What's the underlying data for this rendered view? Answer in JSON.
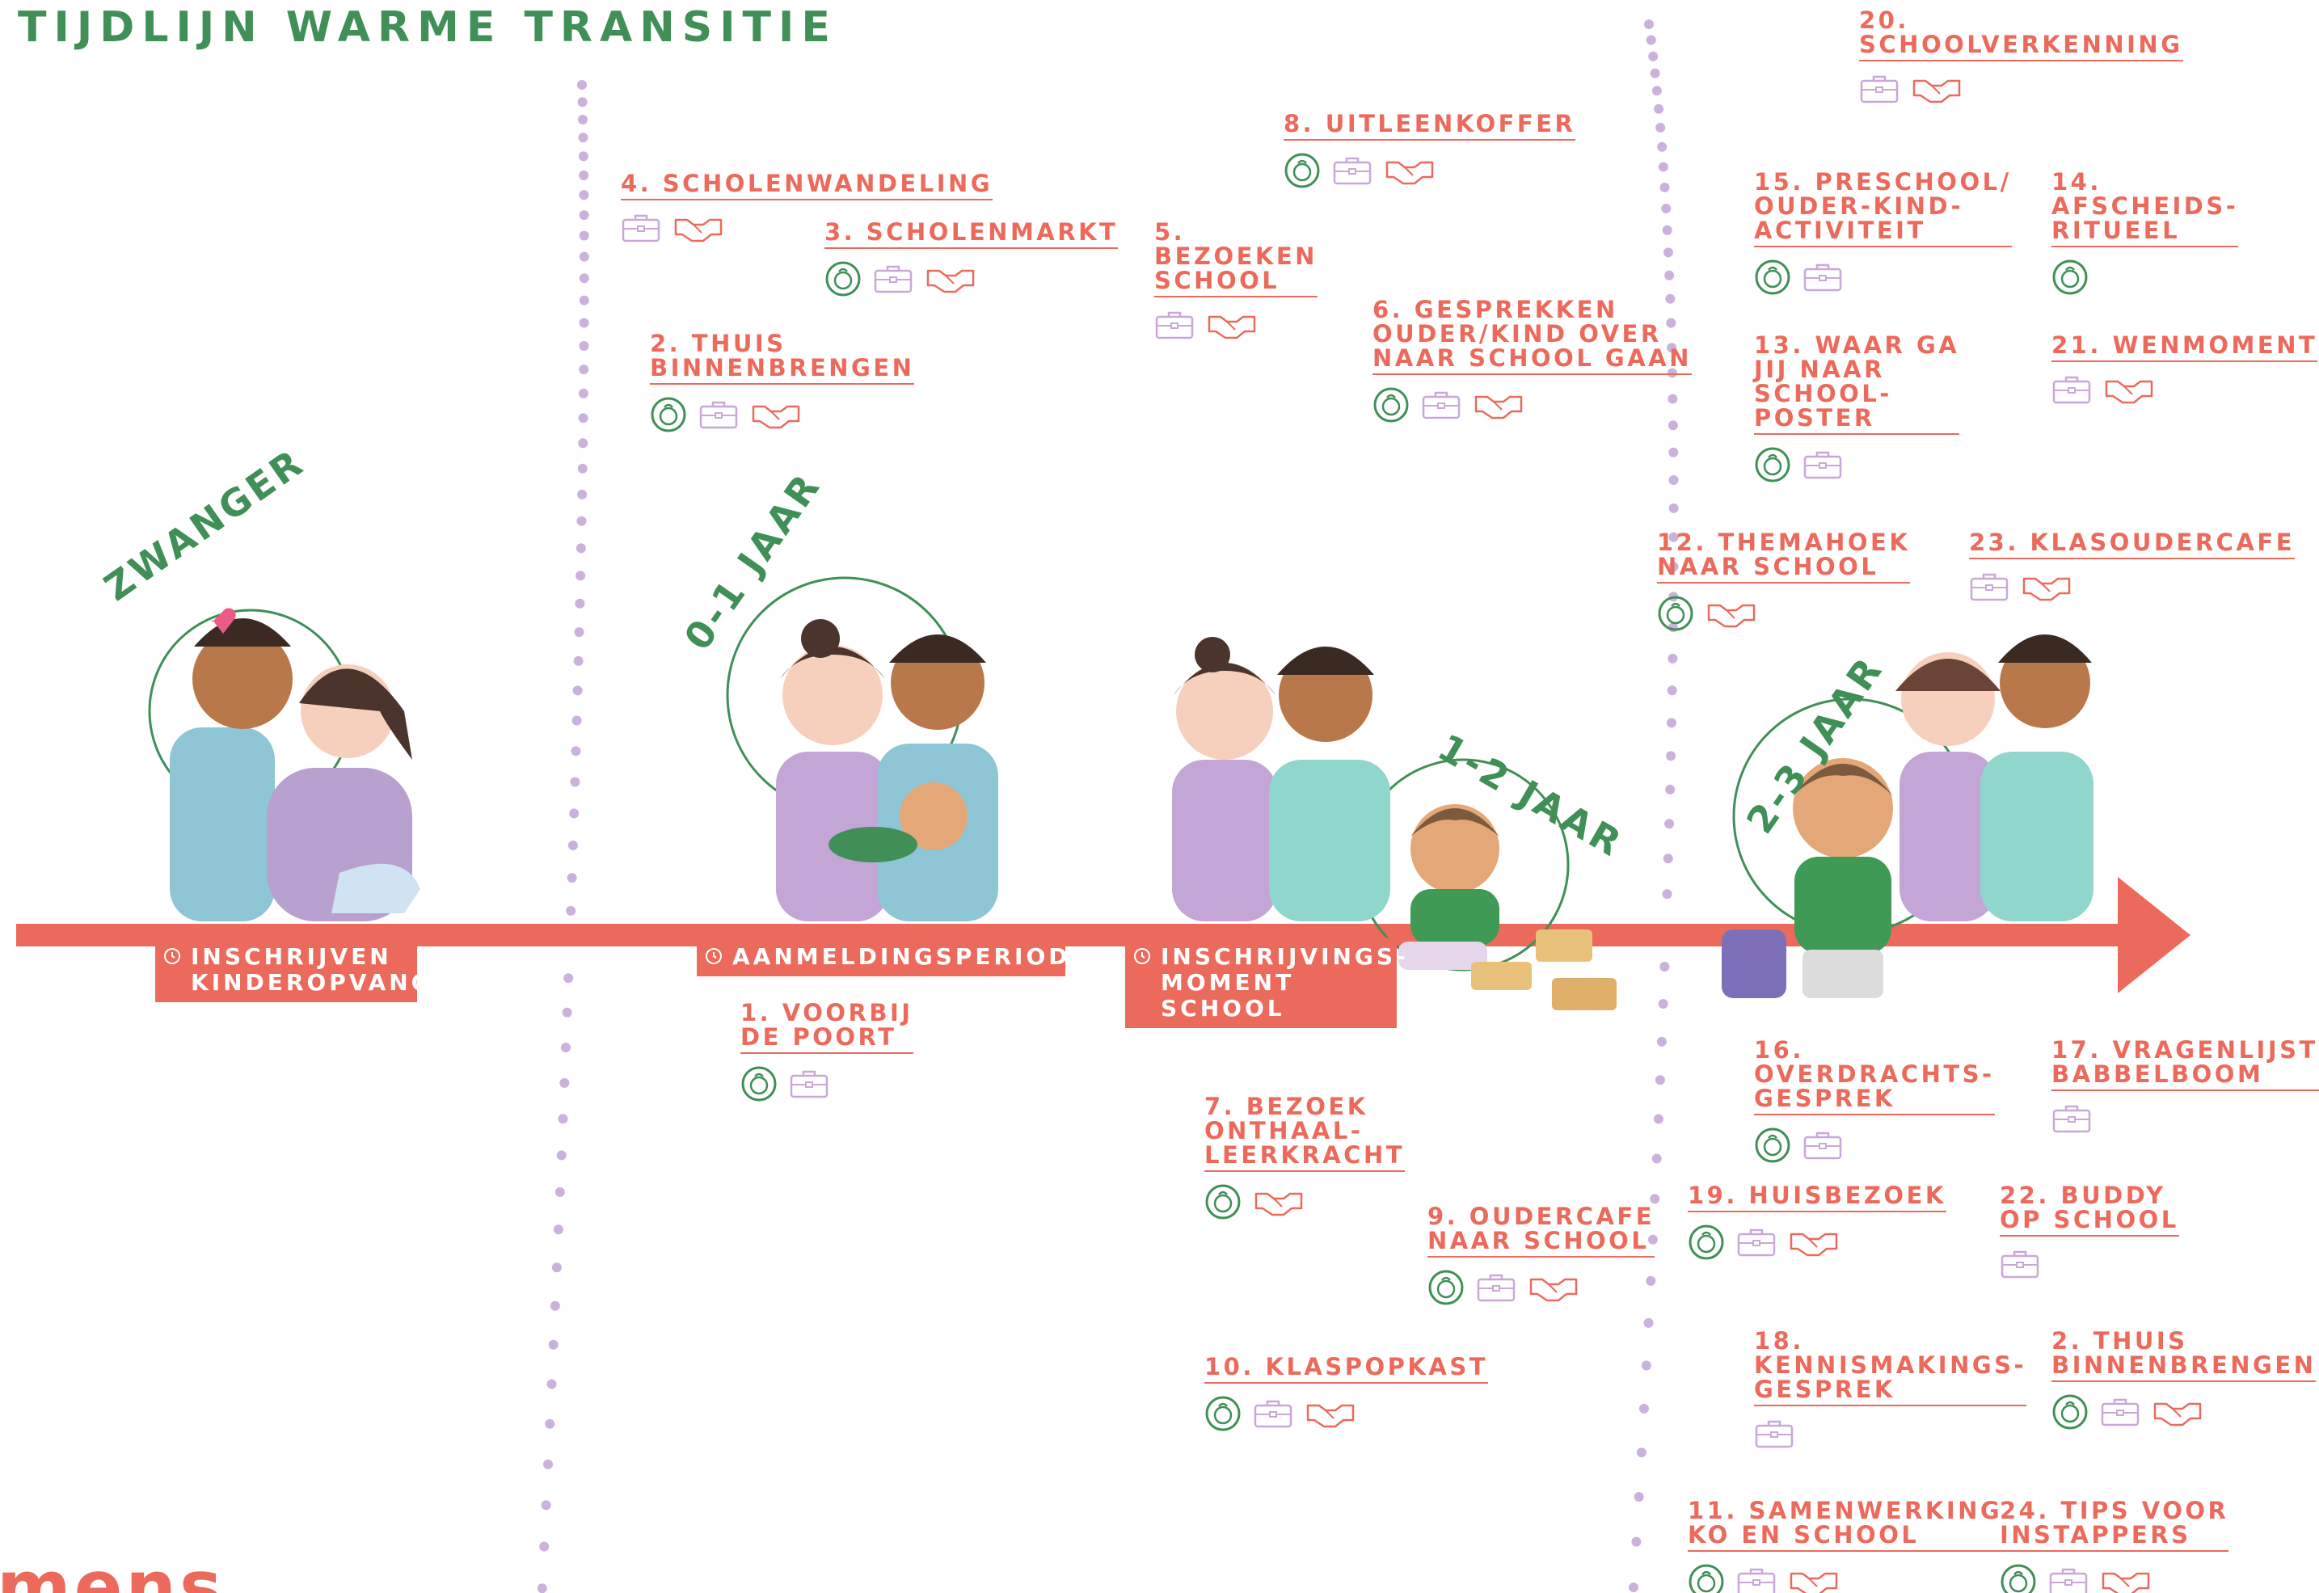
{
  "title": "TIJDLIJN WARME TRANSITIE",
  "bottom_word": "mens",
  "colors": {
    "coral": "#ec6a5c",
    "green": "#3f8f57",
    "lilac": "#c9a8d8",
    "dot": "#cbb2dd"
  },
  "phases": {
    "zwanger": "ZWANGER",
    "p01": "0-1 JAAR",
    "p12": "1-2 JAAR",
    "p23": "2-3 JAAR"
  },
  "tags": {
    "t1": {
      "line1": "INSCHRIJVEN",
      "line2": "KINDEROPVANG"
    },
    "t2": {
      "line1": "AANMELDINGSPERIODE"
    },
    "t3": {
      "line1": "INSCHRIJVINGS-",
      "line2": "MOMENT",
      "line3": "SCHOOL"
    }
  },
  "items": {
    "i4": {
      "lines": [
        "4. SCHOLENWANDELING"
      ],
      "icons": [
        "suitcase-icon",
        "handshake-icon"
      ]
    },
    "i3": {
      "lines": [
        "3. SCHOLENMARKT"
      ],
      "icons": [
        "baby-icon",
        "suitcase-icon",
        "handshake-icon"
      ]
    },
    "i2a": {
      "lines": [
        "2. THUIS",
        "BINNENBRENGEN"
      ],
      "icons": [
        "baby-icon",
        "suitcase-icon",
        "handshake-icon"
      ]
    },
    "i8": {
      "lines": [
        "8. UITLEENKOFFER"
      ],
      "icons": [
        "baby-icon",
        "suitcase-icon",
        "handshake-icon"
      ]
    },
    "i5": {
      "lines": [
        "5.",
        "BEZOEKEN",
        "SCHOOL"
      ],
      "icons": [
        "suitcase-icon",
        "handshake-icon"
      ]
    },
    "i6": {
      "lines": [
        "6. GESPREKKEN",
        "OUDER/KIND OVER",
        "NAAR SCHOOL GAAN"
      ],
      "icons": [
        "baby-icon",
        "suitcase-icon",
        "handshake-icon"
      ]
    },
    "i20": {
      "lines": [
        "20.",
        "SCHOOLVERKENNING"
      ],
      "icons": [
        "suitcase-icon",
        "handshake-icon"
      ]
    },
    "i15": {
      "lines": [
        "15. PRESCHOOL/",
        "OUDER-KIND-",
        "ACTIVITEIT"
      ],
      "icons": [
        "baby-icon",
        "suitcase-icon"
      ]
    },
    "i14": {
      "lines": [
        "14.",
        "AFSCHEIDS-",
        "RITUEEL"
      ],
      "icons": [
        "baby-icon"
      ]
    },
    "i13": {
      "lines": [
        "13. WAAR GA",
        "JIJ NAAR",
        "SCHOOL-",
        "POSTER"
      ],
      "icons": [
        "baby-icon",
        "suitcase-icon"
      ]
    },
    "i21": {
      "lines": [
        "21. WENMOMENT"
      ],
      "icons": [
        "suitcase-icon",
        "handshake-icon"
      ]
    },
    "i12": {
      "lines": [
        "12. THEMAHOEK",
        "NAAR SCHOOL"
      ],
      "icons": [
        "baby-icon",
        "handshake-icon"
      ]
    },
    "i23": {
      "lines": [
        "23. KLASOUDERCAFE"
      ],
      "icons": [
        "suitcase-icon",
        "handshake-icon"
      ]
    },
    "i1": {
      "lines": [
        "1. VOORBIJ",
        "DE POORT"
      ],
      "icons": [
        "baby-icon",
        "suitcase-icon"
      ]
    },
    "i7": {
      "lines": [
        "7. BEZOEK",
        "ONTHAAL-",
        "LEERKRACHT"
      ],
      "icons": [
        "baby-icon",
        "handshake-icon"
      ]
    },
    "i9": {
      "lines": [
        "9. OUDERCAFE",
        "NAAR SCHOOL"
      ],
      "icons": [
        "baby-icon",
        "suitcase-icon",
        "handshake-icon"
      ]
    },
    "i10": {
      "lines": [
        "10. KLASPOPKAST"
      ],
      "icons": [
        "baby-icon",
        "suitcase-icon",
        "handshake-icon"
      ]
    },
    "i16": {
      "lines": [
        "16.",
        "OVERDRACHTS-",
        "GESPREK"
      ],
      "icons": [
        "baby-icon",
        "suitcase-icon"
      ]
    },
    "i17": {
      "lines": [
        "17. VRAGENLIJST +",
        "BABBELBOOM"
      ],
      "icons": [
        "suitcase-icon"
      ]
    },
    "i19": {
      "lines": [
        "19. HUISBEZOEK"
      ],
      "icons": [
        "baby-icon",
        "suitcase-icon",
        "handshake-icon"
      ]
    },
    "i22": {
      "lines": [
        "22. BUDDY",
        "OP SCHOOL"
      ],
      "icons": [
        "suitcase-icon"
      ]
    },
    "i18": {
      "lines": [
        "18.",
        "KENNISMAKINGS-",
        "GESPREK"
      ],
      "icons": [
        "suitcase-icon"
      ]
    },
    "i2b": {
      "lines": [
        "2. THUIS",
        "BINNENBRENGEN"
      ],
      "icons": [
        "baby-icon",
        "suitcase-icon",
        "handshake-icon"
      ]
    },
    "i11": {
      "lines": [
        "11. SAMENWERKING",
        "KO EN SCHOOL"
      ],
      "icons": [
        "baby-icon",
        "suitcase-icon",
        "handshake-icon"
      ]
    },
    "i24": {
      "lines": [
        "24. TIPS VOOR",
        "INSTAPPERS"
      ],
      "icons": [
        "baby-icon",
        "suitcase-icon",
        "handshake-icon"
      ]
    }
  }
}
